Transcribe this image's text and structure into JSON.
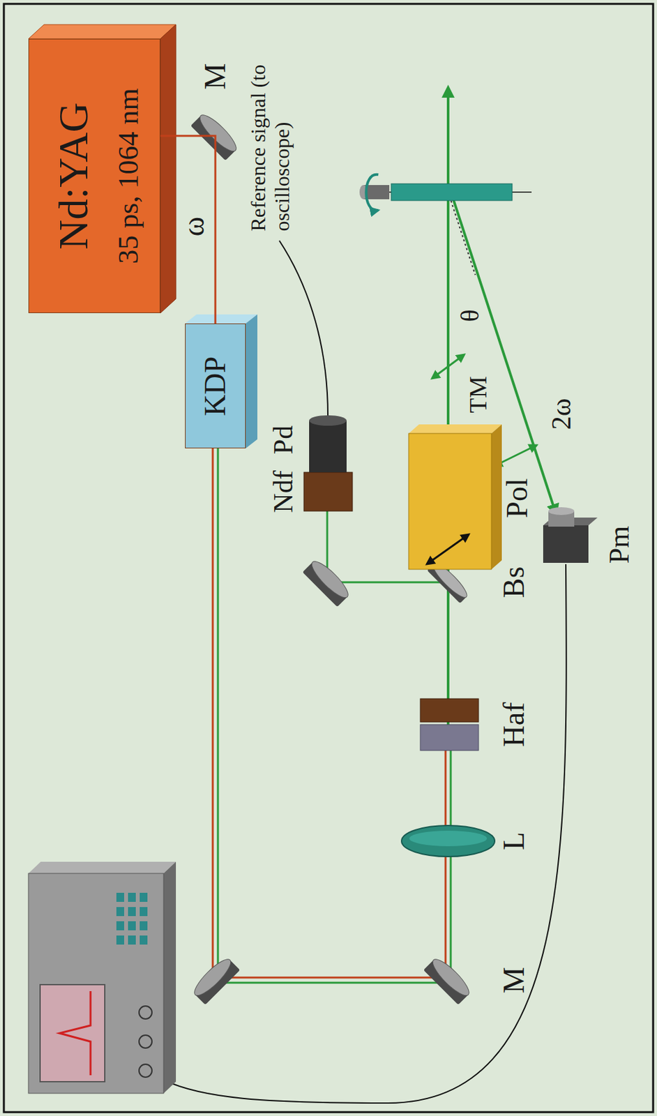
{
  "diagram": {
    "nodes": [
      {
        "text": [
          "Nd:YAG",
          "35 ps, 1064 nm"
        ]
      },
      {
        "text": [
          "KDP"
        ]
      }
    ],
    "edges": [
      {
        "from": 0,
        "to": 1,
        "arrow": "none"
      }
    ],
    "labels": [
      "ω",
      "M",
      "M",
      "L",
      "Haf",
      "Bs",
      "Pol",
      "Ndf",
      "Pd",
      "Reference signal (to oscilloscope)",
      "TM",
      "θ",
      "2ω",
      "Pm"
    ]
  }
}
